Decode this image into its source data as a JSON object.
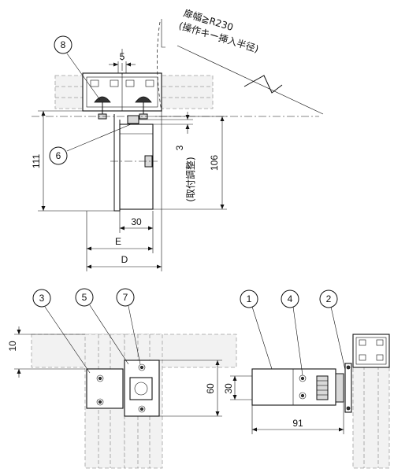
{
  "balloons": [
    "8",
    "6",
    "3",
    "5",
    "7",
    "1",
    "4",
    "2"
  ],
  "dimensions": {
    "top_width": "5",
    "height_111": "111",
    "height_106": "106",
    "adjust": "3",
    "width_30": "30",
    "E": "E",
    "D": "D",
    "left_10": "10",
    "front_30": "30",
    "front_60": "60",
    "right_91": "91"
  },
  "notes": {
    "door_width": "扉幅≧R230",
    "key_radius": "(操作キー挿入半径)",
    "adjust_note": "(取付調整)"
  }
}
